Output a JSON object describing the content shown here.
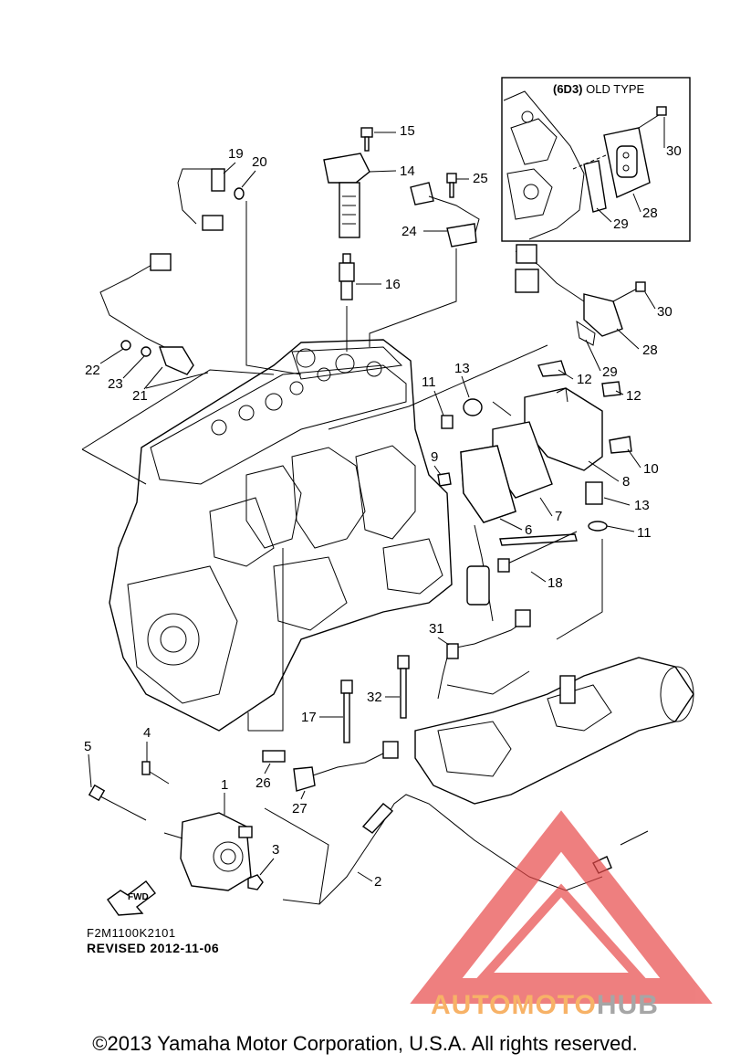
{
  "inset": {
    "code": "(6D3)",
    "label": "OLD TYPE"
  },
  "callouts": {
    "c1": "1",
    "c2": "2",
    "c3": "3",
    "c4": "4",
    "c5": "5",
    "c6": "6",
    "c7": "7",
    "c8": "8",
    "c9": "9",
    "c10": "10",
    "c11a": "11",
    "c11b": "11",
    "c12a": "12",
    "c12b": "12",
    "c13a": "13",
    "c13b": "13",
    "c14": "14",
    "c15": "15",
    "c16": "16",
    "c17": "17",
    "c18": "18",
    "c19": "19",
    "c20": "20",
    "c21": "21",
    "c22": "22",
    "c23": "23",
    "c24": "24",
    "c25": "25",
    "c26": "26",
    "c27": "27",
    "c28a": "28",
    "c28b": "28",
    "c29a": "29",
    "c29b": "29",
    "c30a": "30",
    "c30b": "30",
    "c31": "31",
    "c32": "32"
  },
  "fwd_label": "FWD",
  "diagram_code": "F2M1100K2101",
  "revised": "REVISED 2012-11-06",
  "watermark": {
    "part1": "AUTOMOTO",
    "part2": "HUB",
    "color1": "#f7b267",
    "color2": "#a6a6a6",
    "triangle_color": "#e84a4a"
  },
  "copyright": "©2013 Yamaha Motor Corporation, U.S.A. All rights reserved."
}
